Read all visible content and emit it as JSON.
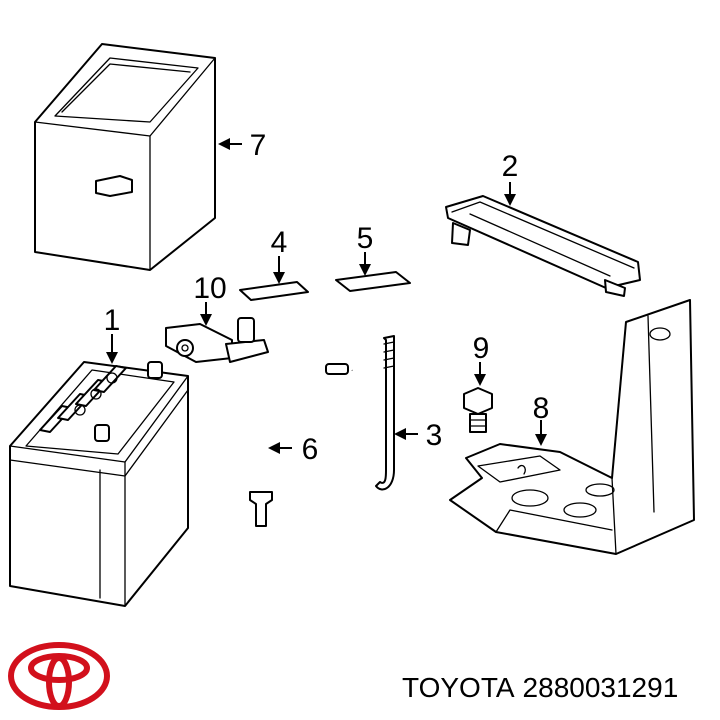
{
  "callouts": [
    {
      "label": "1"
    },
    {
      "label": "2"
    },
    {
      "label": "3"
    },
    {
      "label": "4"
    },
    {
      "label": "5"
    },
    {
      "label": "6"
    },
    {
      "label": "7"
    },
    {
      "label": "8"
    },
    {
      "label": "9"
    },
    {
      "label": "10"
    }
  ],
  "caption": {
    "brand": "TOYOTA",
    "part_number": "2880031291"
  },
  "logo": {
    "icon": "toyota-logo-icon",
    "color": "#d2101c"
  }
}
